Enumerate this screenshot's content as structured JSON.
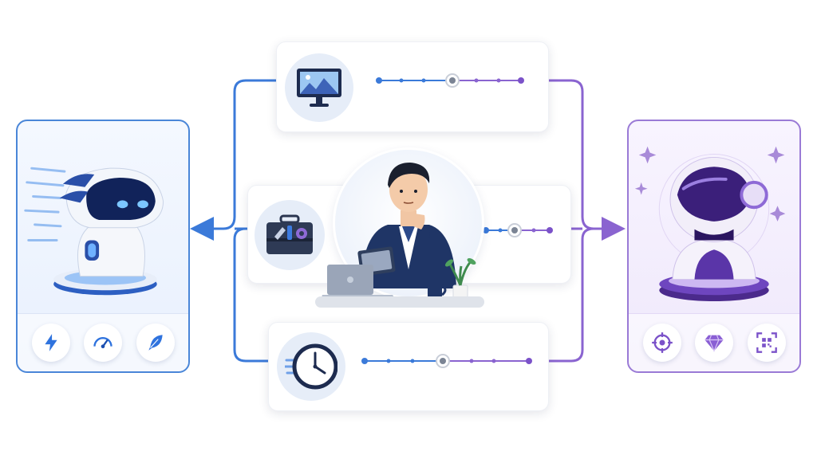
{
  "diagram": {
    "left_panel": {
      "subject": "fast-robot",
      "badges": [
        "lightning-icon",
        "speedometer-icon",
        "feather-icon"
      ],
      "accent": "#3a78d8"
    },
    "right_panel": {
      "subject": "advanced-robot",
      "badges": [
        "target-icon",
        "diamond-icon",
        "qr-scan-icon"
      ],
      "accent": "#7b52c9"
    },
    "tasks": [
      {
        "icon": "image-monitor-icon",
        "slider_position": 0.45
      },
      {
        "icon": "toolbox-icon",
        "slider_position": 0.5
      },
      {
        "icon": "clock-icon",
        "slider_position": 0.48
      }
    ],
    "center": {
      "subject": "thinking-person-with-tablet"
    },
    "colors": {
      "blue": "#3a78d8",
      "purple": "#7b52c9",
      "line_blue": "#3b7ad9",
      "line_purple": "#8a64d0"
    }
  }
}
